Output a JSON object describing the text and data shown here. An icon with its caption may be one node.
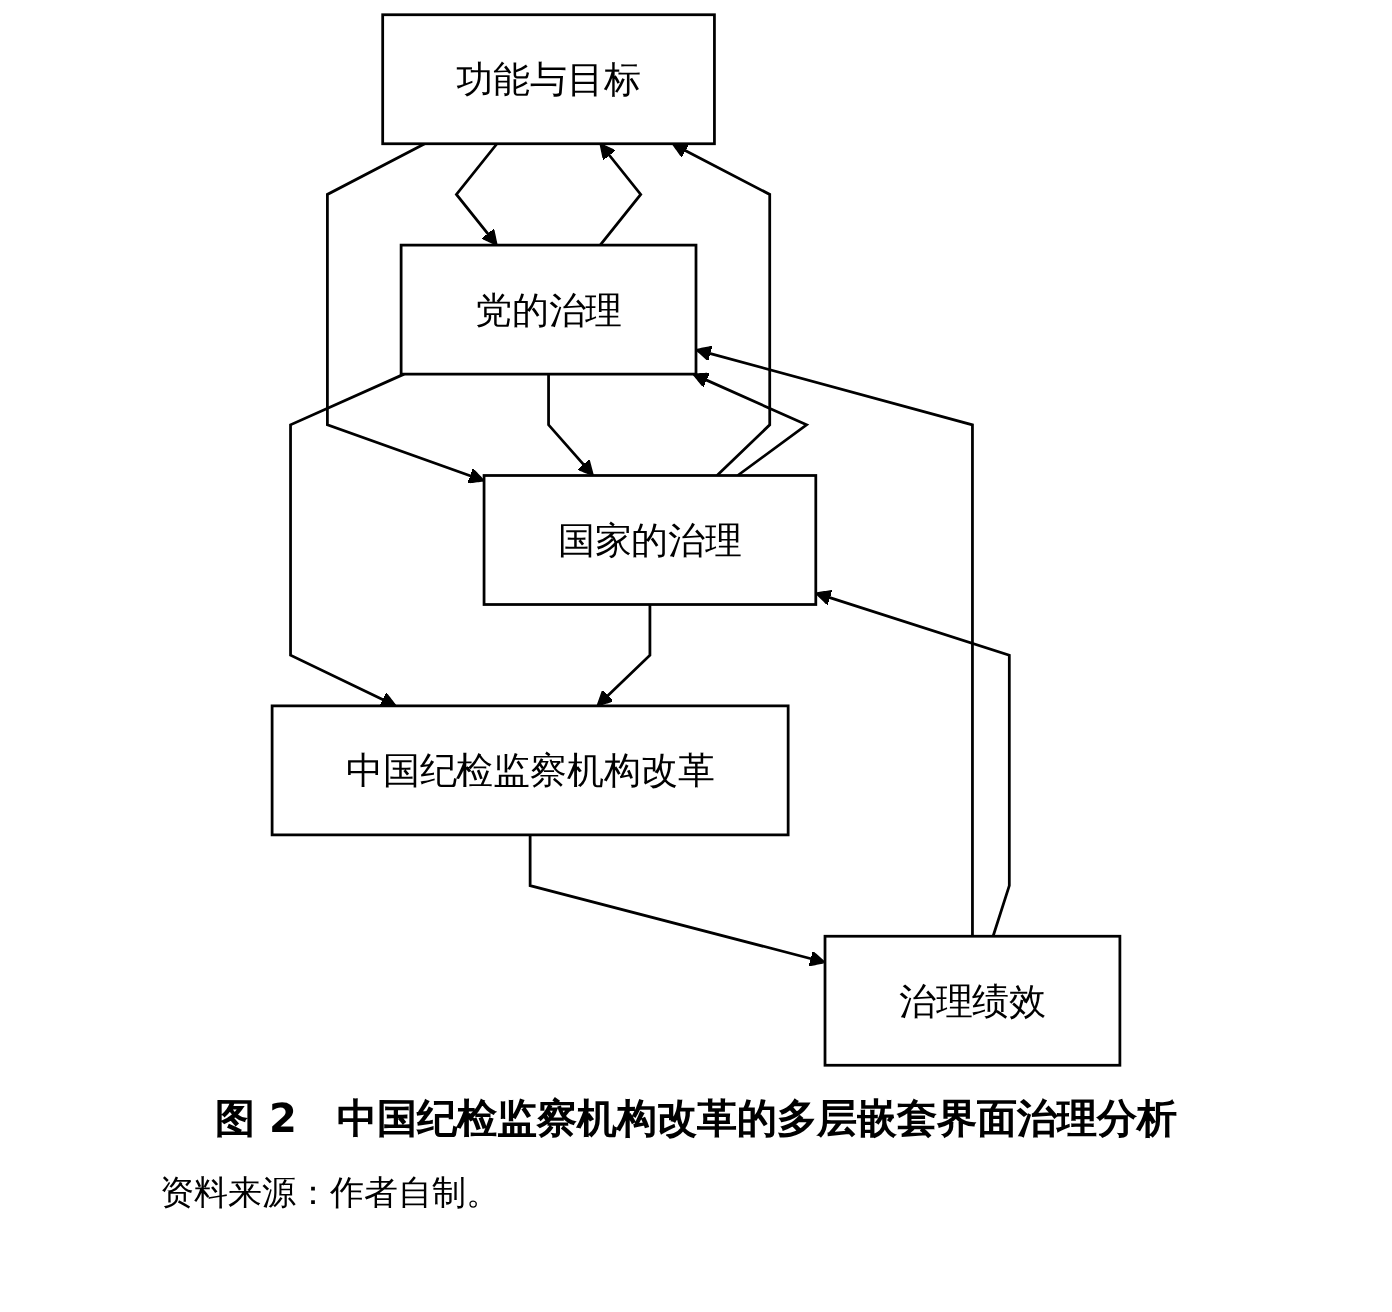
{
  "diagram": {
    "caption": "图 2　中国纪检监察机构改革的多层嵌套界面治理分析",
    "nodes": [
      {
        "text": [
          "功能与目标"
        ]
      },
      {
        "text": [
          "党的治理"
        ]
      },
      {
        "text": [
          "国家的治理"
        ]
      },
      {
        "text": [
          "中国纪检监察机构改革"
        ]
      },
      {
        "text": [
          "治理绩效"
        ]
      }
    ],
    "edges": [
      {
        "from": 1,
        "to": 0,
        "arrow": "to"
      },
      {
        "from": 0,
        "to": 1,
        "arrow": "to"
      },
      {
        "from": 0,
        "to": 2,
        "arrow": "to"
      },
      {
        "from": 2,
        "to": 0,
        "arrow": "to"
      },
      {
        "from": 1,
        "to": 2,
        "arrow": "to"
      },
      {
        "from": 2,
        "to": 1,
        "arrow": "to"
      },
      {
        "from": 1,
        "to": 3,
        "arrow": "to"
      },
      {
        "from": 2,
        "to": 3,
        "arrow": "to"
      },
      {
        "from": 3,
        "to": 4,
        "arrow": "to"
      },
      {
        "from": 4,
        "to": 1,
        "arrow": "to"
      },
      {
        "from": 4,
        "to": 2,
        "arrow": "to"
      }
    ],
    "labels": [
      "资料来源：作者自制。"
    ]
  }
}
